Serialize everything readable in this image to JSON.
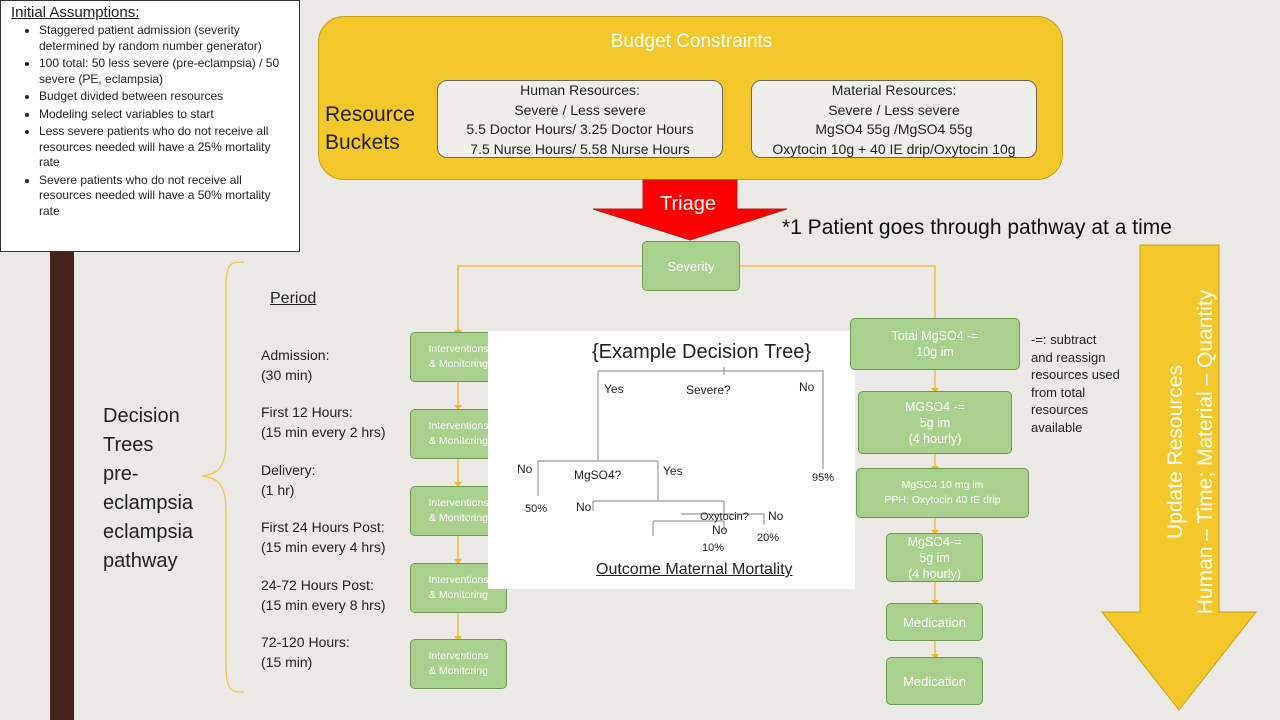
{
  "assumptions": {
    "title": "Initial Assumptions:",
    "items": [
      "Staggered patient admission (severity determined by random number generator)",
      "100 total: 50 less severe (pre-eclampsia) / 50 severe (PE, eclampsia)",
      "Budget divided between resources",
      "Modeling select variables to start",
      "Less severe patients who do not receive all resources needed will have a 25% mortality rate",
      "Severe patients who do not receive all resources needed will have a 50% mortality rate"
    ]
  },
  "budget": {
    "title": "Budget Constraints",
    "buckets_line1": "Resource",
    "buckets_line2": "Buckets",
    "human": {
      "l1": "Human Resources:",
      "l2": "Severe / Less severe",
      "l3": "5.5 Doctor Hours/ 3.25 Doctor Hours",
      "l4": "7.5 Nurse Hours/ 5.58 Nurse Hours"
    },
    "material": {
      "l1": "Material Resources:",
      "l2": "Severe / Less severe",
      "l3": "MgSO4 55g /MgSO4 55g",
      "l4": "Oxytocin 10g + 40 IE drip/Oxytocin 10g"
    }
  },
  "triage": "Triage",
  "note": "*1 Patient goes through pathway at a time",
  "severity": "Severity",
  "period": {
    "title": "Period",
    "rows": [
      {
        "a": "Admission:",
        "b": "(30 min)"
      },
      {
        "a": "First 12 Hours:",
        "b": "(15 min every 2 hrs)"
      },
      {
        "a": "Delivery:",
        "b": "(1 hr)"
      },
      {
        "a": "First 24 Hours Post:",
        "b": "(15 min every 4 hrs)"
      },
      {
        "a": "24-72 Hours Post:",
        "b": "(15 min every 8 hrs)"
      },
      {
        "a": "72-120 Hours:",
        "b": "(15 min)"
      }
    ]
  },
  "interventions": {
    "l1": "Interventions",
    "l2": "& Monitoring"
  },
  "decision_label": [
    "Decision",
    "Trees",
    "pre-",
    "eclampsia",
    "eclampsia",
    "pathway"
  ],
  "tree": {
    "title": "{Example Decision Tree}",
    "yes1": "Yes",
    "severe": "Severe?",
    "no1": "No",
    "no2": "No",
    "mgso4": "MgSO4?",
    "yes2": "Yes",
    "p95": "95%",
    "p50": "50%",
    "no3": "No",
    "oxytocin": "Oxytocin?",
    "no4": "No",
    "no5": "No",
    "p10": "10%",
    "p20": "20%",
    "outcome": "Outcome Maternal Mortality"
  },
  "right": {
    "total": {
      "l1": "Total MgSO4 -=",
      "l2": "10g im"
    },
    "mg1": {
      "l1": "MGSO4 -=",
      "l2": "5g im",
      "l3": "(4 hourly)"
    },
    "mg2": {
      "l1": "MgSO4  10 mg im",
      "l2": "PPH: Oxytocin 40 IE drip"
    },
    "mg3": {
      "l1": "MgSO4-=",
      "l2": "5g im",
      "l3": "(4 hourly)"
    },
    "med1": "Medication",
    "med2": "Medication"
  },
  "legend": "-=: subtract and reassign resources used from total resources available",
  "update": {
    "l1": "Update Resources",
    "l2": "Human – Time; Material – Quantity"
  },
  "colors": {
    "gold": "#f4c72a",
    "green": "#a9d18e",
    "red": "#ff0000",
    "brown": "#43231a"
  }
}
